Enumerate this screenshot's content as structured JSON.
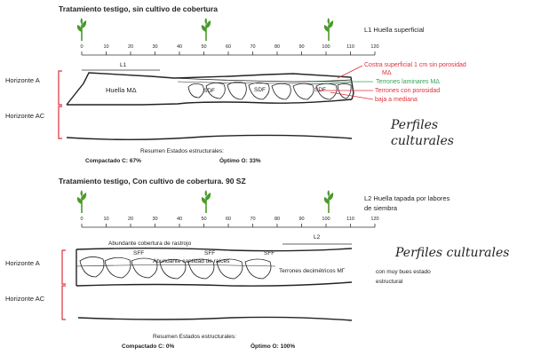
{
  "profile1": {
    "title": "Tratamiento testigo, sin cultivo de cobertura",
    "ticks": [
      "0",
      "10",
      "20",
      "30",
      "40",
      "50",
      "60",
      "70",
      "80",
      "90",
      "100",
      "110",
      "120"
    ],
    "ruler_label": "L1",
    "note": "L1 Huella superficial",
    "horizon_a": "Horizonte A",
    "horizon_ac": "Horizonte AC",
    "huella_label": "Huella MΔ",
    "sdf_labels": [
      "SDF",
      "SDF",
      "SDF"
    ],
    "annotations": {
      "costra": "Costra superficial 1 cm sin porosidad",
      "costra_cont": "MΔ",
      "laminares": "Terrones laminares MΔ",
      "porosidad": "Terrones con porosidad",
      "baja": "baja a mediana"
    },
    "cultural": "Perfiles culturales",
    "summary_title": "Resumen Estados estructurales:",
    "summary_compactado": "Compactado  C:     67%",
    "summary_optimo": "Óptimo    O:   33%"
  },
  "profile2": {
    "title": "Tratamiento testigo, Con cultivo de cobertura. 90 SZ",
    "ticks": [
      "0",
      "10",
      "20",
      "30",
      "40",
      "50",
      "60",
      "70",
      "80",
      "90",
      "100",
      "110",
      "120"
    ],
    "ruler_label": "L2",
    "note_line1": "L2 Huella tapada por labores",
    "note_line2": "de siembra",
    "horizon_a": "Horizonte A",
    "horizon_ac": "Horizonte AC",
    "rastrojo": "Abundante cobertura de rastrojo",
    "raices": "Abundante cantidad de raíces",
    "sff_labels": [
      "SFF",
      "SFF",
      "SFF"
    ],
    "terrones": "Terrones decimétricos MΓ",
    "terrones_right1": "con muy bues estado",
    "terrones_right2": "estructural",
    "cultural": "Perfiles culturales",
    "summary_title": "Resumen Estados estructurales:",
    "summary_compactado": "Compactado  C:     0%",
    "summary_optimo": "Óptimo    O:   100%"
  },
  "colors": {
    "red": "#e0303a",
    "green": "#3aa05a",
    "plant": "#4a9a2a"
  }
}
